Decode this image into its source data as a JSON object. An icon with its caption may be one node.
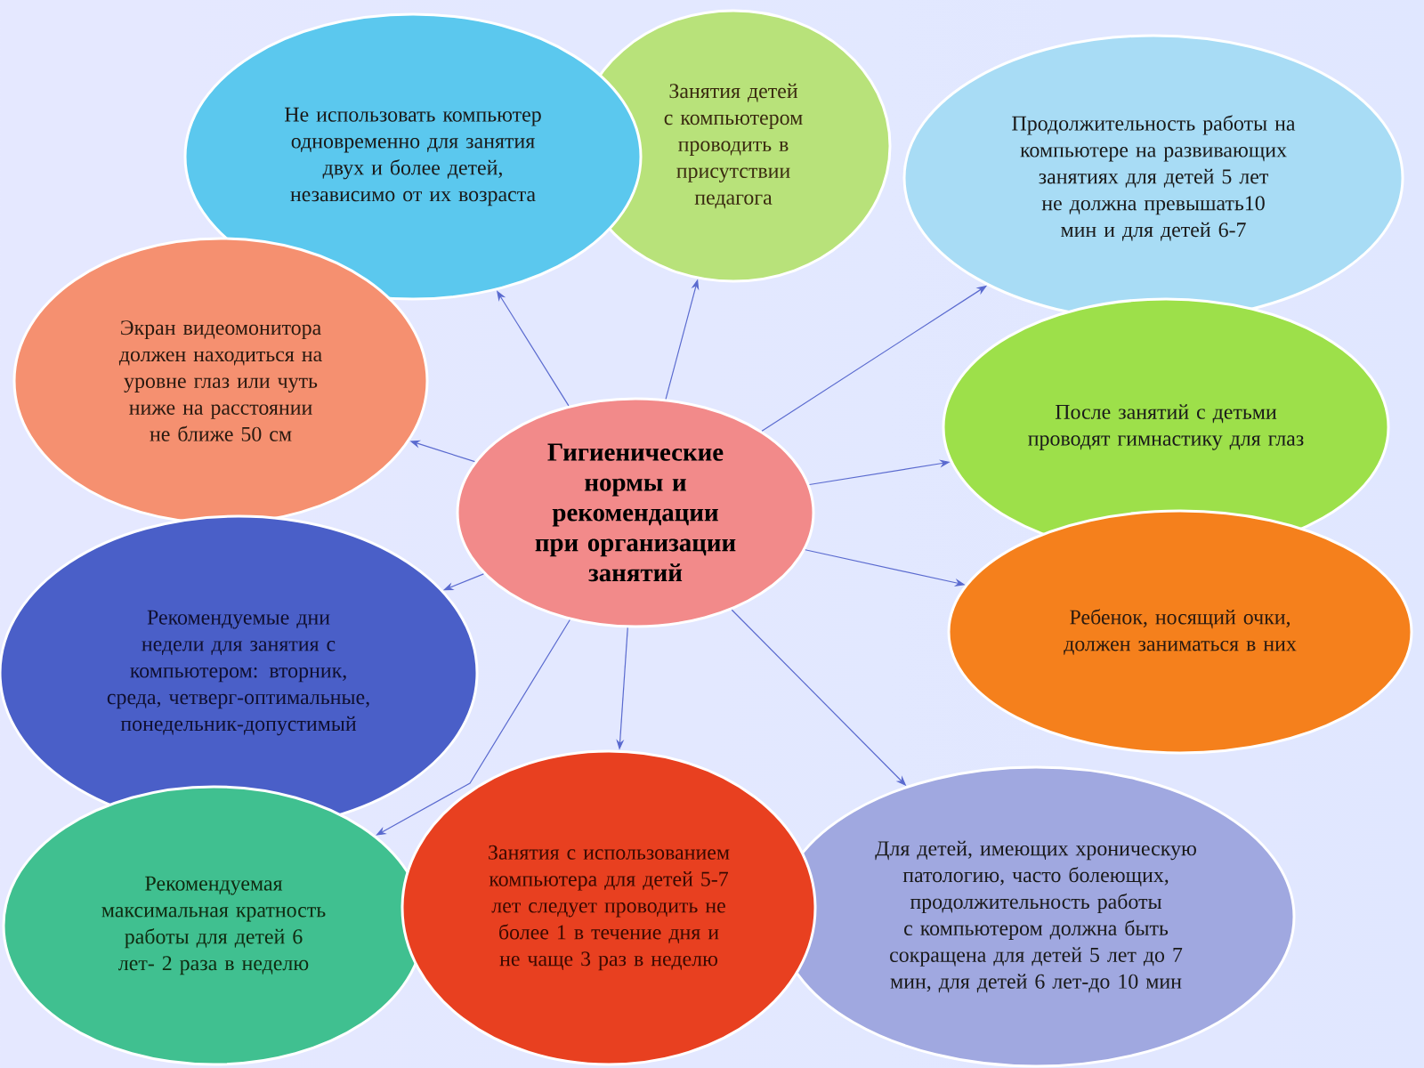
{
  "diagram": {
    "nodes": [
      {
        "text": [
          "Гигиенические нормы и рекомендации при организации занятий"
        ]
      },
      {
        "text": [
          "Не использовать компьютер одновременно для занятия двух и более детей, независимо от их возраста"
        ]
      },
      {
        "text": [
          "Занятия детей с компьютером проводить в присутствии педагога"
        ]
      },
      {
        "text": [
          "Продолжительность работы на компьютере на развивающих занятиях для детей 5 лет не должна превышать10 мин и для детей 6-7"
        ]
      },
      {
        "text": [
          "Экран видеомонитора должен находиться на уровне глаз или чуть ниже на расстоянии не ближе 50 см"
        ]
      },
      {
        "text": [
          "После занятий с детьми проводят гимнастику для глаз"
        ]
      },
      {
        "text": [
          "Рекомендуемые дни недели для занятия с компьютером: вторник, среда, четверг-оптимальные, понедельник-допустимый"
        ]
      },
      {
        "text": [
          "Ребенок, носящий очки, должен заниматься в них"
        ]
      },
      {
        "text": [
          "Рекомендуемая максимальная кратность работы для детей 6 лет- 2 раза в неделю"
        ]
      },
      {
        "text": [
          "Занятия с использованием компьютера для детей 5-7 лет следует проводить не более 1 в течение дня и не чаще 3 раз в неделю"
        ]
      },
      {
        "text": [
          "Для детей, имеющих хроническую патологию, часто болеющих, продолжительность работы с компьютером должна быть сокращена для детей 5 лет до 7 мин, для детей 6 лет-до 10 мин"
        ]
      }
    ],
    "edges": [
      {
        "from": 0,
        "to": 1,
        "arrow": "to"
      },
      {
        "from": 0,
        "to": 2,
        "arrow": "to"
      },
      {
        "from": 0,
        "to": 3,
        "arrow": "to"
      },
      {
        "from": 0,
        "to": 4,
        "arrow": "to"
      },
      {
        "from": 0,
        "to": 5,
        "arrow": "to"
      },
      {
        "from": 0,
        "to": 6,
        "arrow": "to"
      },
      {
        "from": 0,
        "to": 7,
        "arrow": "to"
      },
      {
        "from": 0,
        "to": 8,
        "arrow": "to"
      },
      {
        "from": 0,
        "to": 9,
        "arrow": "to"
      },
      {
        "from": 0,
        "to": 10,
        "arrow": "to"
      }
    ]
  }
}
